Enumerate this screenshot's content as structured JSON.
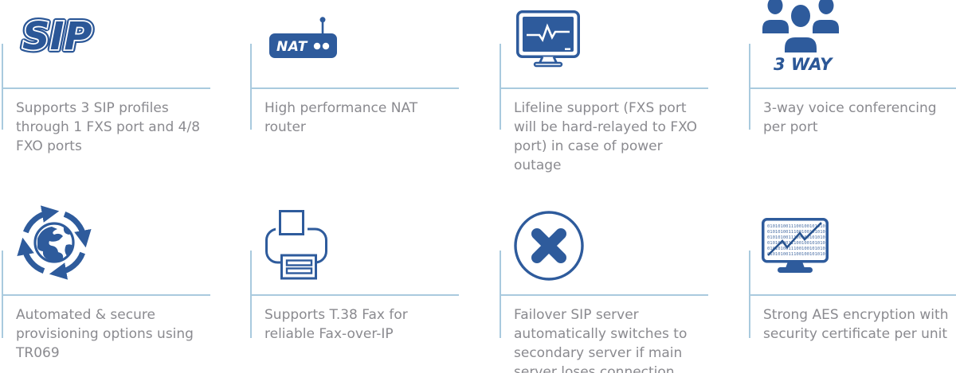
{
  "colors": {
    "icon_blue": "#2e5b9c",
    "icon_blue_dark": "#27538f",
    "line_blue": "#a9cade",
    "text_gray": "#8a8a8f"
  },
  "features": [
    {
      "icon": "sip-logo-icon",
      "logo_text": "SIP",
      "description": "Supports 3 SIP profiles through 1 FXS port and 4/8 FXO ports"
    },
    {
      "icon": "nat-router-icon",
      "logo_text": "NAT",
      "description": "High performance NAT router"
    },
    {
      "icon": "heartbeat-monitor-icon",
      "description": "Lifeline support (FXS port will be hard-relayed to FXO port) in case of power outage"
    },
    {
      "icon": "conference-group-icon",
      "logo_text": "3 WAY",
      "description": "3-way voice conferencing per port"
    },
    {
      "icon": "globe-sync-icon",
      "description": "Automated & secure provisioning options using TR069"
    },
    {
      "icon": "fax-printer-icon",
      "description": "Supports T.38 Fax for reliable Fax-over-IP"
    },
    {
      "icon": "failover-cross-icon",
      "description": "Failover SIP server automatically switches to secondary server if main server loses connection"
    },
    {
      "icon": "binary-monitor-icon",
      "binary_row": "0101010011100100101010",
      "description": "Strong AES encryption with security certificate per unit"
    }
  ]
}
